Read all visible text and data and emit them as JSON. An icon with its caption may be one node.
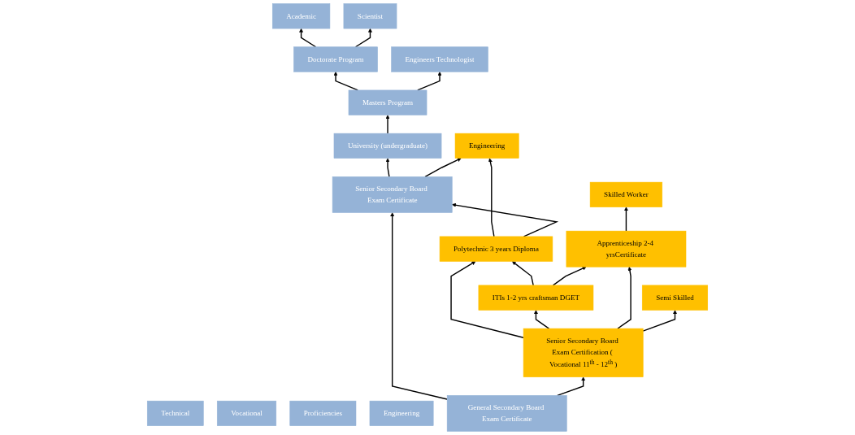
{
  "diagram": {
    "nodes": [
      {
        "text": [
          "Academic"
        ]
      },
      {
        "text": [
          "Technical"
        ]
      },
      {
        "text": [
          "Vocational"
        ]
      },
      {
        "text": [
          "Proficiencies"
        ]
      },
      {
        "text": [
          "Doctorate Program"
        ]
      },
      {
        "text": [
          "Masters Program"
        ]
      },
      {
        "text": [
          "Scientist"
        ]
      },
      {
        "text": [
          "Engineers Technologist"
        ]
      },
      {
        "text": [
          "University (undergraduate)"
        ]
      },
      {
        "text": [
          "Engineering"
        ]
      },
      {
        "text": [
          "Engineering"
        ]
      },
      {
        "text": [
          "Senior Secondary Board Exam Certificate"
        ]
      },
      {
        "text": [
          "Polytechnic 3 years  Diploma"
        ]
      },
      {
        "text": [
          "ITIs 1-2  yrs craftsman DGET"
        ]
      },
      {
        "text": [
          "Apprenticeship 2-4 yrsCertificate"
        ]
      },
      {
        "text": [
          "Skilled Worker"
        ]
      },
      {
        "text": [
          "General Secondary Board Exam Certificate"
        ]
      },
      {
        "text": [
          "Senior Secondary Board Exam Certification ( Vocational 11$^{th}$ - 12$^{th}$ )"
        ]
      },
      {
        "text": [
          "Semi Skilled"
        ]
      }
    ],
    "edges": [
      {
        "from": 4,
        "to": 0,
        "arrow": "to"
      },
      {
        "from": 5,
        "to": 4,
        "arrow": "to"
      },
      {
        "from": 8,
        "to": 5,
        "arrow": "to"
      },
      {
        "from": 11,
        "to": 8,
        "arrow": "to"
      },
      {
        "from": 16,
        "to": 11,
        "arrow": "to"
      },
      {
        "from": 4,
        "to": 6,
        "arrow": "to"
      },
      {
        "from": 5,
        "to": 7,
        "arrow": "to"
      },
      {
        "from": 11,
        "to": 10,
        "arrow": "to"
      },
      {
        "from": 12,
        "to": 10,
        "arrow": "to"
      },
      {
        "from": 12,
        "to": 11,
        "arrow": "to"
      },
      {
        "from": 13,
        "to": 12,
        "arrow": "to"
      },
      {
        "from": 13,
        "to": 14,
        "arrow": "to"
      },
      {
        "from": 14,
        "to": 15,
        "arrow": "to"
      },
      {
        "from": 16,
        "to": 17,
        "arrow": "to"
      },
      {
        "from": 17,
        "to": 12,
        "arrow": "to"
      },
      {
        "from": 17,
        "to": 13,
        "arrow": "to"
      },
      {
        "from": 17,
        "to": 14,
        "arrow": "to"
      },
      {
        "from": 17,
        "to": 18,
        "arrow": "to"
      }
    ]
  }
}
